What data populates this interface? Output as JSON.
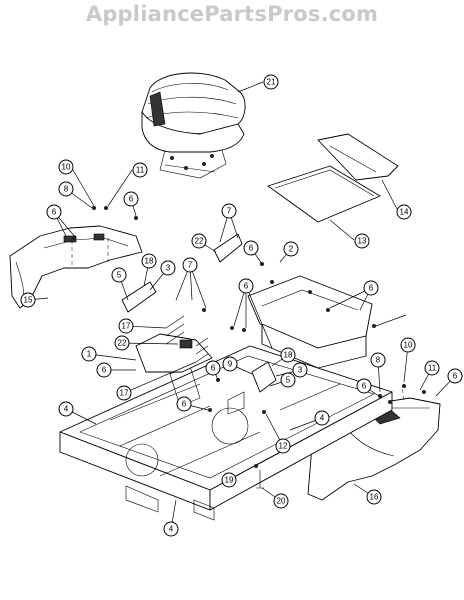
{
  "watermark": "AppliancePartsPros.com",
  "callouts": [
    {
      "label": "21"
    },
    {
      "label": "14"
    },
    {
      "label": "13"
    },
    {
      "label": "10"
    },
    {
      "label": "11"
    },
    {
      "label": "8"
    },
    {
      "label": "6"
    },
    {
      "label": "6"
    },
    {
      "label": "7"
    },
    {
      "label": "22"
    },
    {
      "label": "6"
    },
    {
      "label": "2"
    },
    {
      "label": "5"
    },
    {
      "label": "18"
    },
    {
      "label": "3"
    },
    {
      "label": "15"
    },
    {
      "label": "7"
    },
    {
      "label": "6"
    },
    {
      "label": "6"
    },
    {
      "label": "17"
    },
    {
      "label": "22"
    },
    {
      "label": "1"
    },
    {
      "label": "6"
    },
    {
      "label": "9"
    },
    {
      "label": "18"
    },
    {
      "label": "3"
    },
    {
      "label": "5"
    },
    {
      "label": "17"
    },
    {
      "label": "6"
    },
    {
      "label": "8"
    },
    {
      "label": "10"
    },
    {
      "label": "11"
    },
    {
      "label": "6"
    },
    {
      "label": "6"
    },
    {
      "label": "4"
    },
    {
      "label": "6"
    },
    {
      "label": "4"
    },
    {
      "label": "12"
    },
    {
      "label": "16"
    },
    {
      "label": "19"
    },
    {
      "label": "20"
    },
    {
      "label": "4"
    }
  ]
}
